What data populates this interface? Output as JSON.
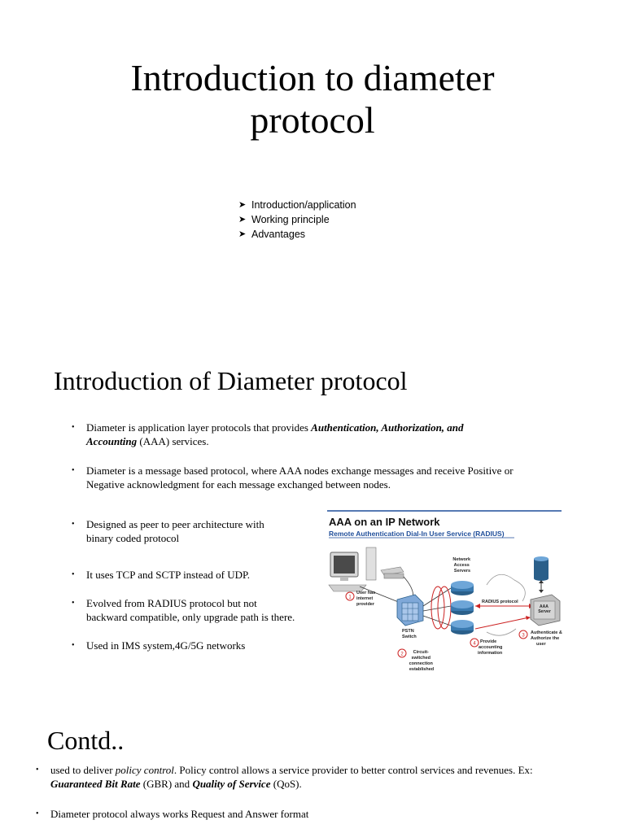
{
  "slide1": {
    "title_line1": "Introduction to diameter",
    "title_line2": "protocol",
    "agenda": [
      "Introduction/application",
      "Working principle",
      "Advantages"
    ]
  },
  "slide2": {
    "title": "Introduction of Diameter protocol",
    "b1_pre": "Diameter is application layer protocols that provides ",
    "b1_bold1": "Authentication, Authorization, and",
    "b1_bold2": "Accounting",
    "b1_post": " (AAA) services.",
    "b2_l1": "Diameter is a message based protocol, where AAA  nodes exchange messages and receive Positive or",
    "b2_l2": "Negative acknowledgment for each message exchanged between nodes.",
    "b3_l1": "Designed as peer to peer architecture with",
    "b3_l2": "binary coded protocol",
    "b4": "It uses TCP and SCTP instead of UDP.",
    "b5_l1": "Evolved from RADIUS protocol but not",
    "b5_l2": "backward compatible, only upgrade path is there.",
    "b6": "Used in IMS system,4G/5G networks",
    "figure": {
      "title": "AAA on an IP Network",
      "subtitle": "Remote Authentication Dial-In User Service (RADIUS)",
      "nas_l1": "Network",
      "nas_l2": "Access",
      "nas_l3": "Servers",
      "step1_l1": "User has",
      "step1_l2": "internet",
      "step1_l3": "provider",
      "pstn_l1": "PSTN",
      "pstn_l2": "Switch",
      "radius": "RADIUS protocol",
      "aaa_l1": "AAA",
      "aaa_l2": "Server",
      "step3_l1": "Authenticate &",
      "step3_l2": "Authorize the",
      "step3_l3": "user",
      "step2_l1": "Circuit-",
      "step2_l2": "switched",
      "step2_l3": "connection",
      "step2_l4": "established",
      "step4_l1": "Provide",
      "step4_l2": "accounting",
      "step4_l3": "information",
      "n1": "1",
      "n2": "2",
      "n3": "3",
      "n4": "4"
    }
  },
  "slide3": {
    "title": "Contd..",
    "c1_pre": "used to deliver ",
    "c1_ital": "policy control",
    "c1_mid": ". Policy control allows a service provider to better control services and revenues. Ex:",
    "c1_b1": "Guaranteed Bit Rate",
    "c1_m2": " (GBR) and ",
    "c1_b2": "Quality of Service",
    "c1_end": " (QoS).",
    "c2": "Diameter protocol always works Request and Answer format"
  },
  "colors": {
    "accent_red": "#cc2222",
    "router_blue": "#2a5f8a",
    "header_blue": "#1f4e9a"
  }
}
